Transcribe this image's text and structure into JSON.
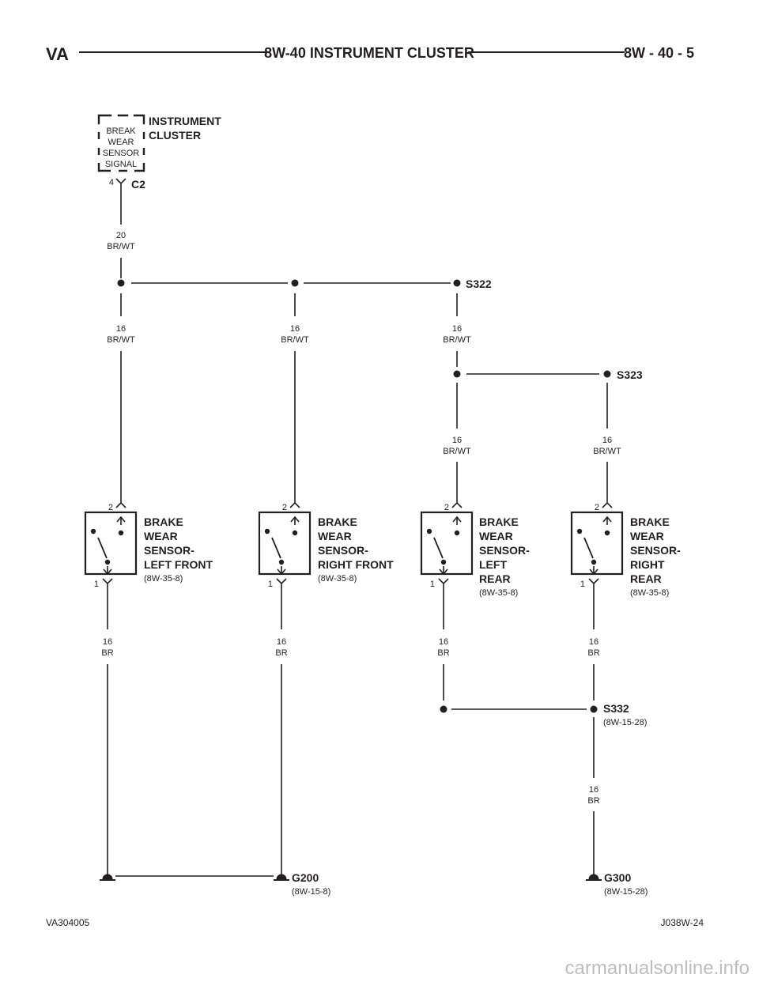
{
  "header": {
    "left": "VA",
    "title": "8W-40 INSTRUMENT CLUSTER",
    "right": "8W - 40 - 5"
  },
  "cluster": {
    "name_line1": "INSTRUMENT",
    "name_line2": "CLUSTER",
    "signal_lines": [
      "BREAK",
      "WEAR",
      "SENSOR",
      "SIGNAL"
    ],
    "pin": "4",
    "connector": "C2"
  },
  "wires": {
    "cluster_feed": {
      "gauge": "20",
      "color": "BR/WT"
    },
    "lf_feed": {
      "gauge": "16",
      "color": "BR/WT"
    },
    "rf_feed": {
      "gauge": "16",
      "color": "BR/WT"
    },
    "s322_feed": {
      "gauge": "16",
      "color": "BR/WT"
    },
    "lr_feed": {
      "gauge": "16",
      "color": "BR/WT"
    },
    "rr_feed": {
      "gauge": "16",
      "color": "BR/WT"
    },
    "lf_ground": {
      "gauge": "16",
      "color": "BR"
    },
    "rf_ground": {
      "gauge": "16",
      "color": "BR"
    },
    "lr_ground": {
      "gauge": "16",
      "color": "BR"
    },
    "rr_ground": {
      "gauge": "16",
      "color": "BR"
    },
    "g300_feed": {
      "gauge": "16",
      "color": "BR"
    }
  },
  "splices": {
    "s322": {
      "name": "S322"
    },
    "s323": {
      "name": "S323"
    },
    "s332": {
      "name": "S332",
      "ref": "(8W-15-28)"
    }
  },
  "sensors": [
    {
      "lines": [
        "BRAKE",
        "WEAR",
        "SENSOR-",
        "LEFT FRONT"
      ],
      "ref": "(8W-35-8)",
      "pin_top": "2",
      "pin_bottom": "1"
    },
    {
      "lines": [
        "BRAKE",
        "WEAR",
        "SENSOR-",
        "RIGHT FRONT"
      ],
      "ref": "(8W-35-8)",
      "pin_top": "2",
      "pin_bottom": "1"
    },
    {
      "lines": [
        "BRAKE",
        "WEAR",
        "SENSOR-",
        "LEFT",
        "REAR"
      ],
      "ref": "(8W-35-8)",
      "pin_top": "2",
      "pin_bottom": "1"
    },
    {
      "lines": [
        "BRAKE",
        "WEAR",
        "SENSOR-",
        "RIGHT",
        "REAR"
      ],
      "ref": "(8W-35-8)",
      "pin_top": "2",
      "pin_bottom": "1"
    }
  ],
  "grounds": {
    "g200": {
      "name": "G200",
      "ref": "(8W-15-8)"
    },
    "g300": {
      "name": "G300",
      "ref": "(8W-15-28)"
    }
  },
  "footer": {
    "left": "VA304005",
    "right": "J038W-24",
    "watermark": "carmanualsonline.info"
  }
}
